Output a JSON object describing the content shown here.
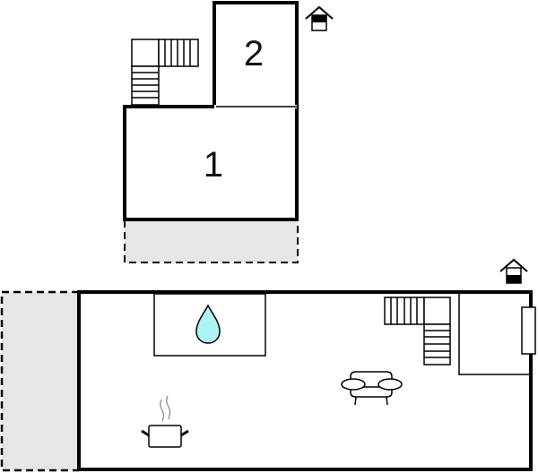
{
  "diagram": {
    "type": "floor-plan",
    "colors": {
      "wall": "#000000",
      "background": "#ffffff",
      "terrace_fill": "#e6e6e6",
      "water_drop": "#aef4f4",
      "steam": "#999999"
    },
    "upper_floor": {
      "rooms": [
        {
          "id": "room-1",
          "label": "1"
        },
        {
          "id": "room-2",
          "label": "2"
        }
      ],
      "icons": [
        "staircase-icon",
        "floor-level-upper-icon"
      ],
      "terrace": "balcony-dashed"
    },
    "ground_floor": {
      "icons": [
        "water-drop-icon",
        "staircase-icon",
        "armchair-icon",
        "cooking-pot-icon",
        "floor-level-ground-icon"
      ],
      "terrace": "terrace-dashed"
    }
  }
}
